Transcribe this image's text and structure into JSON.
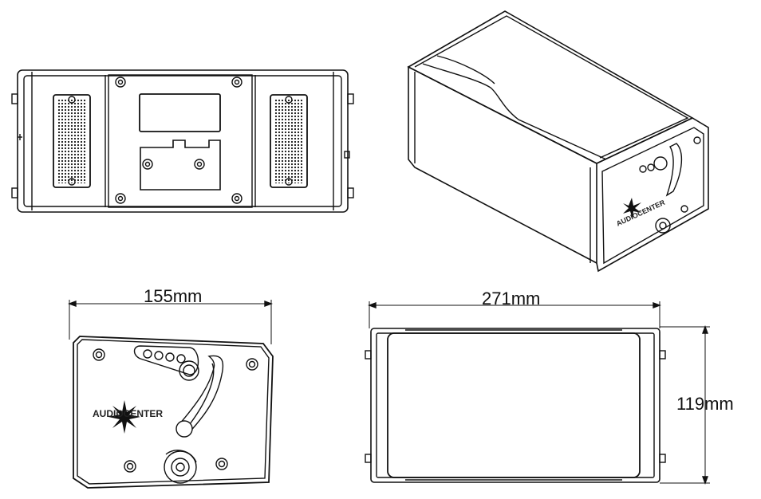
{
  "dimensions": {
    "width": "155mm",
    "length": "271mm",
    "height": "119mm"
  },
  "brand": {
    "logo_text": "AUDIOCENTER"
  },
  "colors": {
    "line": "#111111",
    "face": "#ffffff"
  }
}
